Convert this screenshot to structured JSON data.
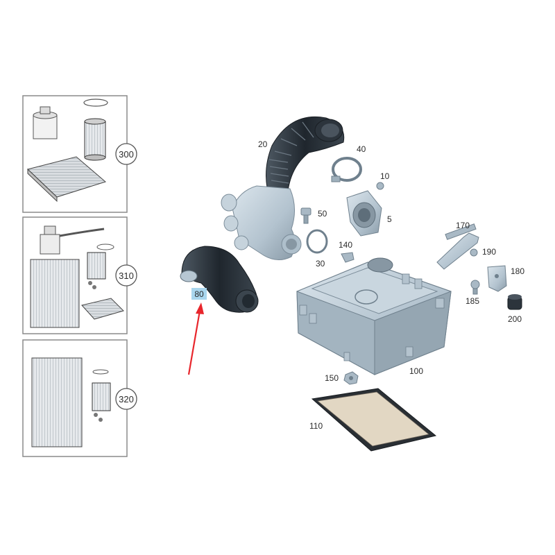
{
  "callouts": {
    "c300": "300",
    "c310": "310",
    "c320": "320"
  },
  "labels": {
    "p5": "5",
    "p10": "10",
    "p20": "20",
    "p30": "30",
    "p40": "40",
    "p50": "50",
    "p80": "80",
    "p100": "100",
    "p110": "110",
    "p140": "140",
    "p150": "150",
    "p170": "170",
    "p180": "180",
    "p185": "185",
    "p190": "190",
    "p200": "200"
  },
  "colors": {
    "part_fill": "#b7c7d3",
    "part_dark": "#7d8f9c",
    "hose_dark": "#2e3740",
    "frame": "#7a7a7a",
    "highlight": "#a9d6ee",
    "arrow": "#e8262c"
  }
}
